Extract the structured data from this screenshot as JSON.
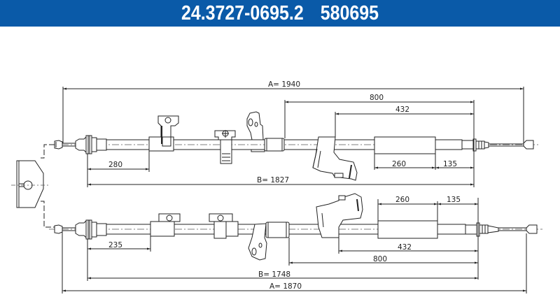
{
  "header": {
    "part_number": "24.3727-0695.2",
    "reference_number": "580695",
    "background_color": "#0a5aa8",
    "text_color": "#ffffff"
  },
  "cables": {
    "top": {
      "dimensions": {
        "A": "A= 1940",
        "B": "B= 1827",
        "d800": "800",
        "d432": "432",
        "d280": "280",
        "d260": "260",
        "d135": "135"
      }
    },
    "bottom": {
      "dimensions": {
        "A": "A= 1870",
        "B": "B= 1748",
        "d800": "800",
        "d432": "432",
        "d235": "235",
        "d260": "260",
        "d135": "135"
      }
    }
  },
  "colors": {
    "line": "#222222",
    "centerline": "#555555"
  }
}
